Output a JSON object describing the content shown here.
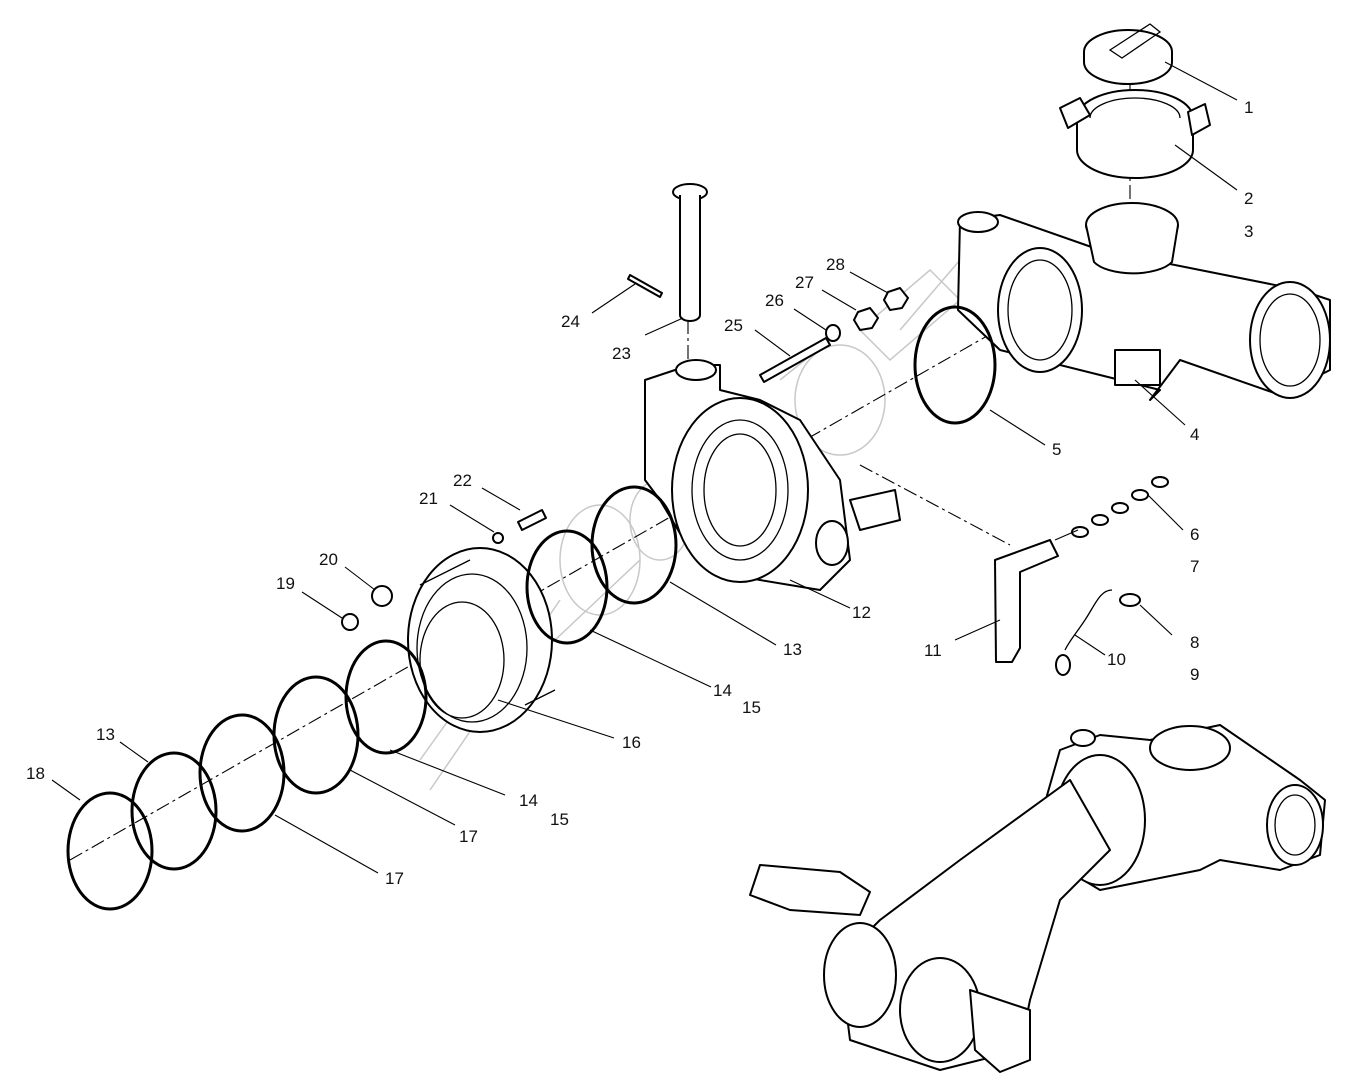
{
  "labels": {
    "l1": "1",
    "l2": "2",
    "l3": "3",
    "l4": "4",
    "l5": "5",
    "l6": "6",
    "l7": "7",
    "l8": "8",
    "l9": "9",
    "l10": "10",
    "l11": "11",
    "l12": "12",
    "l13a": "13",
    "l13b": "13",
    "l14a": "14",
    "l14b": "14",
    "l15a": "15",
    "l15b": "15",
    "l16": "16",
    "l17a": "17",
    "l17b": "17",
    "l18": "18",
    "l19": "19",
    "l20": "20",
    "l21": "21",
    "l22": "22",
    "l23": "23",
    "l24": "24",
    "l25": "25",
    "l26": "26",
    "l27": "27",
    "l28": "28"
  },
  "colors": {
    "line": "#000000",
    "background": "#ffffff",
    "watermark": "#c8c8c8"
  }
}
